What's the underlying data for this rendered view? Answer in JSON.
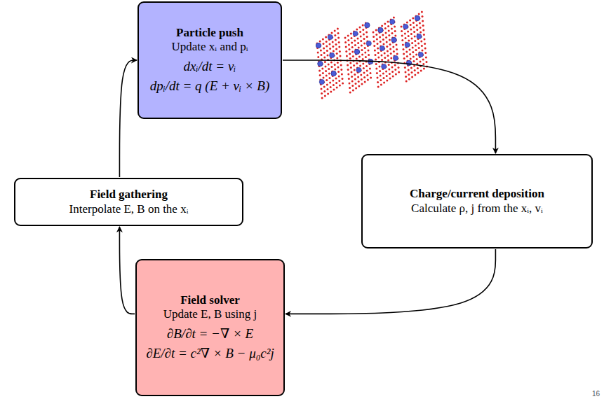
{
  "diagram": {
    "nodes": [
      {
        "text": [
          "Particle push",
          "Update xᵢ and pᵢ",
          "dxᵢ/dt = vᵢ",
          "dpᵢ/dt = q (E + vᵢ × B)"
        ]
      },
      {
        "text": [
          "Charge/current deposition",
          "Calculate ρ, j from the xᵢ, vᵢ"
        ]
      },
      {
        "text": [
          "Field solver",
          "Update E, B using j",
          "∂B/∂t = −∇ × E",
          "∂E/∂t = c²∇ × B − μ₀c²j"
        ]
      },
      {
        "text": [
          "Field gathering",
          "Interpolate E, B on the xᵢ"
        ]
      }
    ],
    "edges": [
      {
        "from": 0,
        "to": 1,
        "arrow": "to"
      },
      {
        "from": 1,
        "to": 2,
        "arrow": "to"
      },
      {
        "from": 2,
        "to": 3,
        "arrow": "to"
      },
      {
        "from": 3,
        "to": 0,
        "arrow": "to"
      }
    ],
    "labels": [
      "16"
    ]
  }
}
